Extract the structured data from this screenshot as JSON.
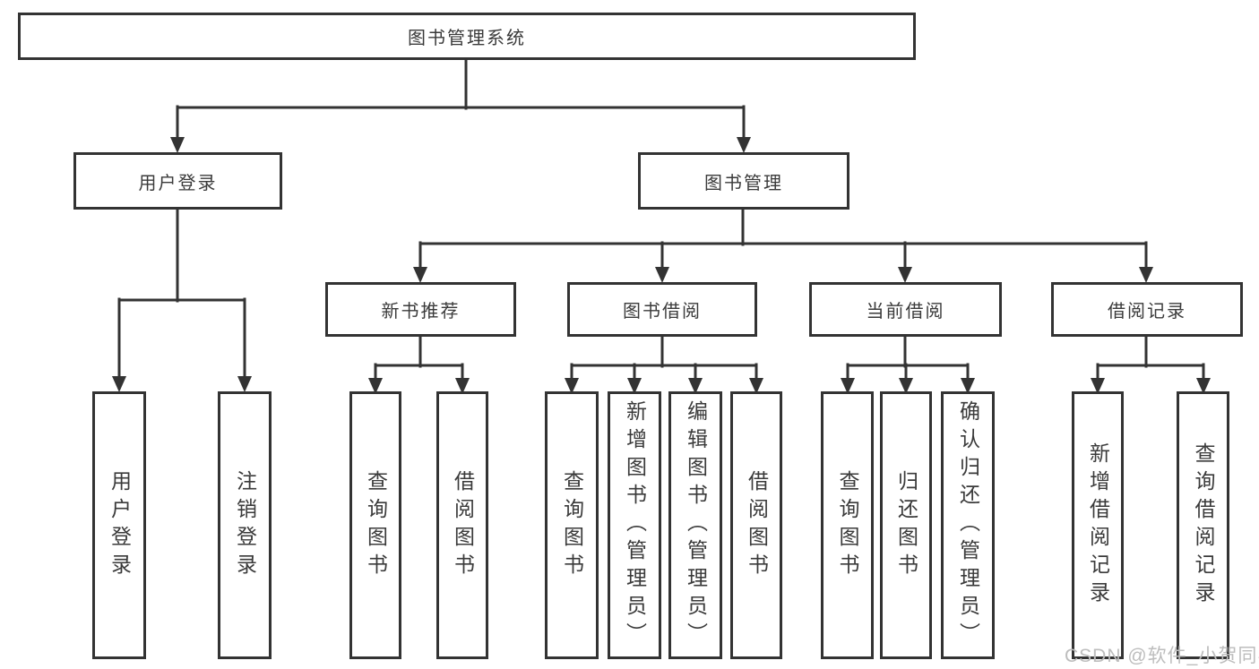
{
  "tree": {
    "label": "图书管理系统",
    "children": [
      {
        "label": "用户登录",
        "children": [
          {
            "label": "用户登录"
          },
          {
            "label": "注销登录"
          }
        ]
      },
      {
        "label": "图书管理",
        "children": [
          {
            "label": "新书推荐",
            "children": [
              {
                "label": "查询图书"
              },
              {
                "label": "借阅图书"
              }
            ]
          },
          {
            "label": "图书借阅",
            "children": [
              {
                "label": "查询图书"
              },
              {
                "label": "新增图书（管理员）"
              },
              {
                "label": "编辑图书（管理员）"
              },
              {
                "label": "借阅图书"
              }
            ]
          },
          {
            "label": "当前借阅",
            "children": [
              {
                "label": "查询图书"
              },
              {
                "label": "归还图书"
              },
              {
                "label": "确认归还（管理员）"
              }
            ]
          },
          {
            "label": "借阅记录",
            "children": [
              {
                "label": "新增借阅记录"
              },
              {
                "label": "查询借阅记录"
              }
            ]
          }
        ]
      }
    ]
  },
  "watermark": {
    "text": "CSDN @软件_小贺同学"
  },
  "colors": {
    "line": "#333333",
    "text": "#3a3a3a",
    "watermark": "#bdbdbd",
    "background": "#ffffff"
  }
}
